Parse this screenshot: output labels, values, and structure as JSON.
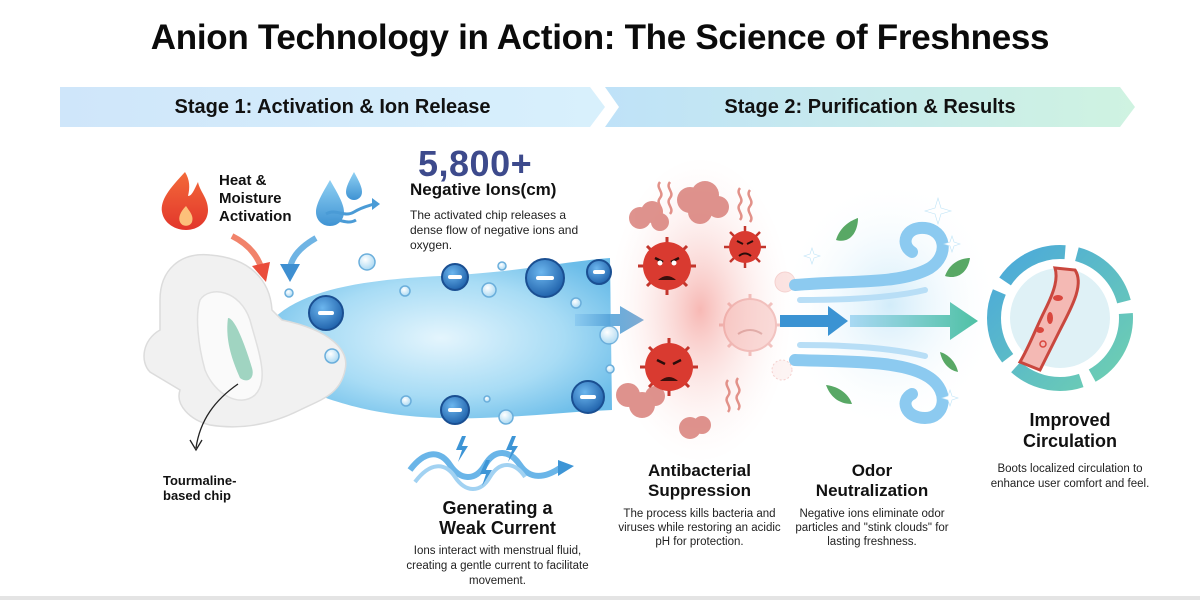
{
  "title": "Anion Technology in Action: The Science of Freshness",
  "stages": [
    {
      "label": "Stage 1: Activation & Ion Release",
      "gradient": [
        "#cfe6fa",
        "#d9f0fb"
      ]
    },
    {
      "label": "Stage 2: Purification & Results",
      "gradient": [
        "#bfe3f7",
        "#cdf3e2"
      ]
    }
  ],
  "activation": {
    "label_lines": [
      "Heat &",
      "Moisture",
      "Activation"
    ],
    "icons": [
      "fire-icon",
      "water-drops-icon"
    ]
  },
  "ions": {
    "number": "5,800+",
    "title": "Negative Ions(cm)",
    "description": "The activated chip releases a dense flow of negative ions and oxygen.",
    "color": "#3d4a8c"
  },
  "chip": {
    "label_lines": [
      "Tourmaline-",
      "based chip"
    ]
  },
  "steps": [
    {
      "id": "current",
      "title_lines": [
        "Generating a",
        "Weak Current"
      ],
      "description": "Ions interact with menstrual fluid, creating a gentle current to facilitate movement."
    },
    {
      "id": "antibacterial",
      "title_lines": [
        "Antibacterial",
        "Suppression"
      ],
      "description": "The process kills bacteria and viruses while restoring an acidic pH for protection."
    },
    {
      "id": "odor",
      "title_lines": [
        "Odor",
        "Neutralization"
      ],
      "description": "Negative ions eliminate odor particles and \"stink clouds\" for lasting freshness."
    },
    {
      "id": "circulation",
      "title_lines": [
        "Improved",
        "Circulation"
      ],
      "description": "Boots localized circulation to enhance user comfort and feel."
    }
  ],
  "colors": {
    "ion_blue": "#2f7fd0",
    "flow_blue": "#8fd0f3",
    "virus_red": "#d93a30",
    "leaf_green": "#4aa860",
    "circ_teal": "#5ab7c9"
  }
}
